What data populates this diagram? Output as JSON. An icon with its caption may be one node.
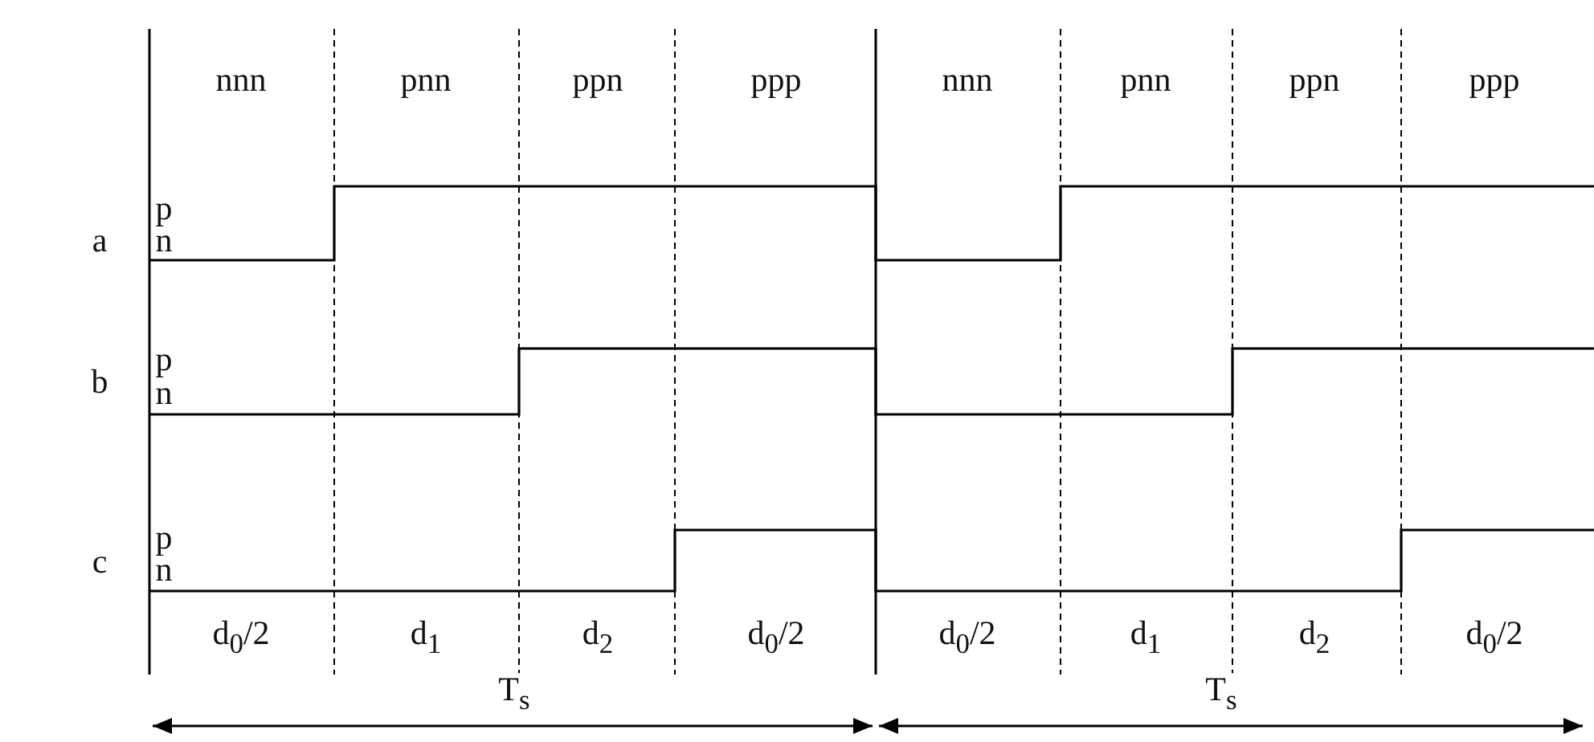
{
  "diagram": {
    "labels": [
      "nnn",
      "pnn",
      "ppn",
      "ppp",
      "nnn",
      "pnn",
      "ppn",
      "ppp",
      "a",
      "p",
      "n",
      "b",
      "p",
      "n",
      "c",
      "p",
      "n",
      "d$_{0}$/2",
      "d$_{1}$",
      "d$_{2}$",
      "d$_{0}$/2",
      "d$_{0}$/2",
      "d$_{1}$",
      "d$_{2}$",
      "d$_{0}$/2",
      "T$_{s}$",
      "T$_{s}$"
    ]
  }
}
